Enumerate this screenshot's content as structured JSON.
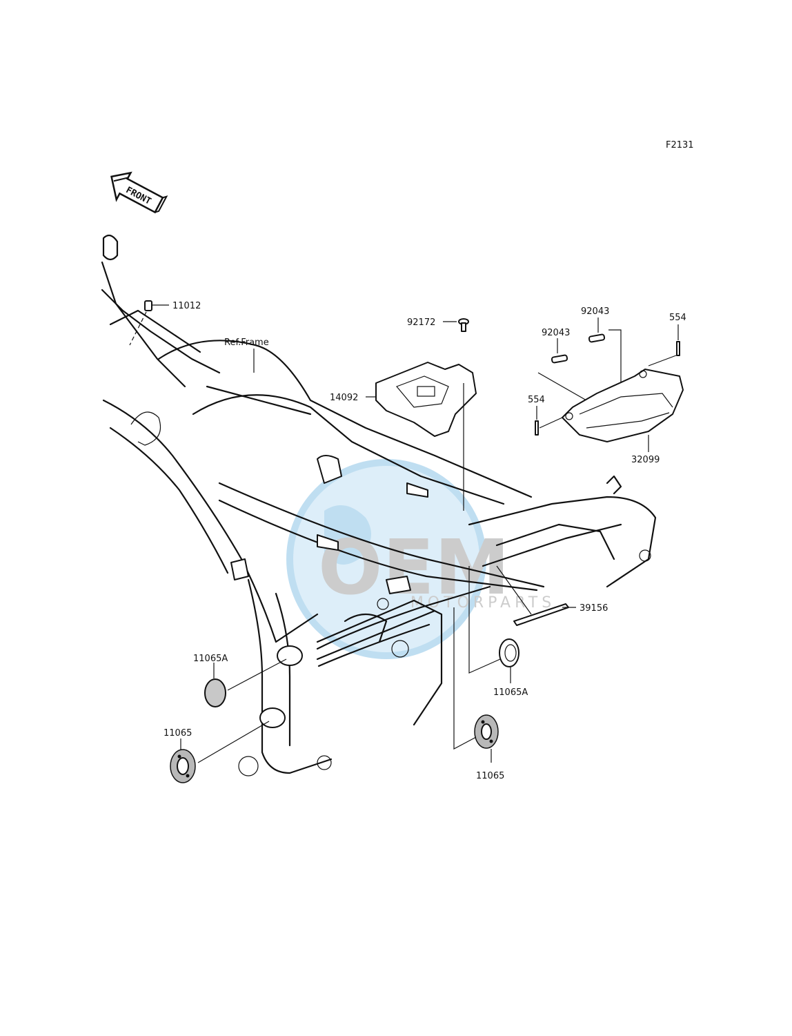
{
  "diagram": {
    "figure_code": "F2131",
    "front_label": "FRONT",
    "ref_frame_label": "Ref.Frame",
    "watermark": {
      "main": "OEM",
      "sub": "MOTORPARTS"
    },
    "parts": [
      {
        "id": "p11012",
        "number": "11012"
      },
      {
        "id": "p92172",
        "number": "92172"
      },
      {
        "id": "p14092",
        "number": "14092"
      },
      {
        "id": "p92043a",
        "number": "92043"
      },
      {
        "id": "p92043b",
        "number": "92043"
      },
      {
        "id": "p554a",
        "number": "554"
      },
      {
        "id": "p554b",
        "number": "554"
      },
      {
        "id": "p32099",
        "number": "32099"
      },
      {
        "id": "p39156",
        "number": "39156"
      },
      {
        "id": "p11065Aa",
        "number": "11065A"
      },
      {
        "id": "p11065Ab",
        "number": "11065A"
      },
      {
        "id": "p11065a",
        "number": "11065"
      },
      {
        "id": "p11065b",
        "number": "11065"
      }
    ]
  }
}
